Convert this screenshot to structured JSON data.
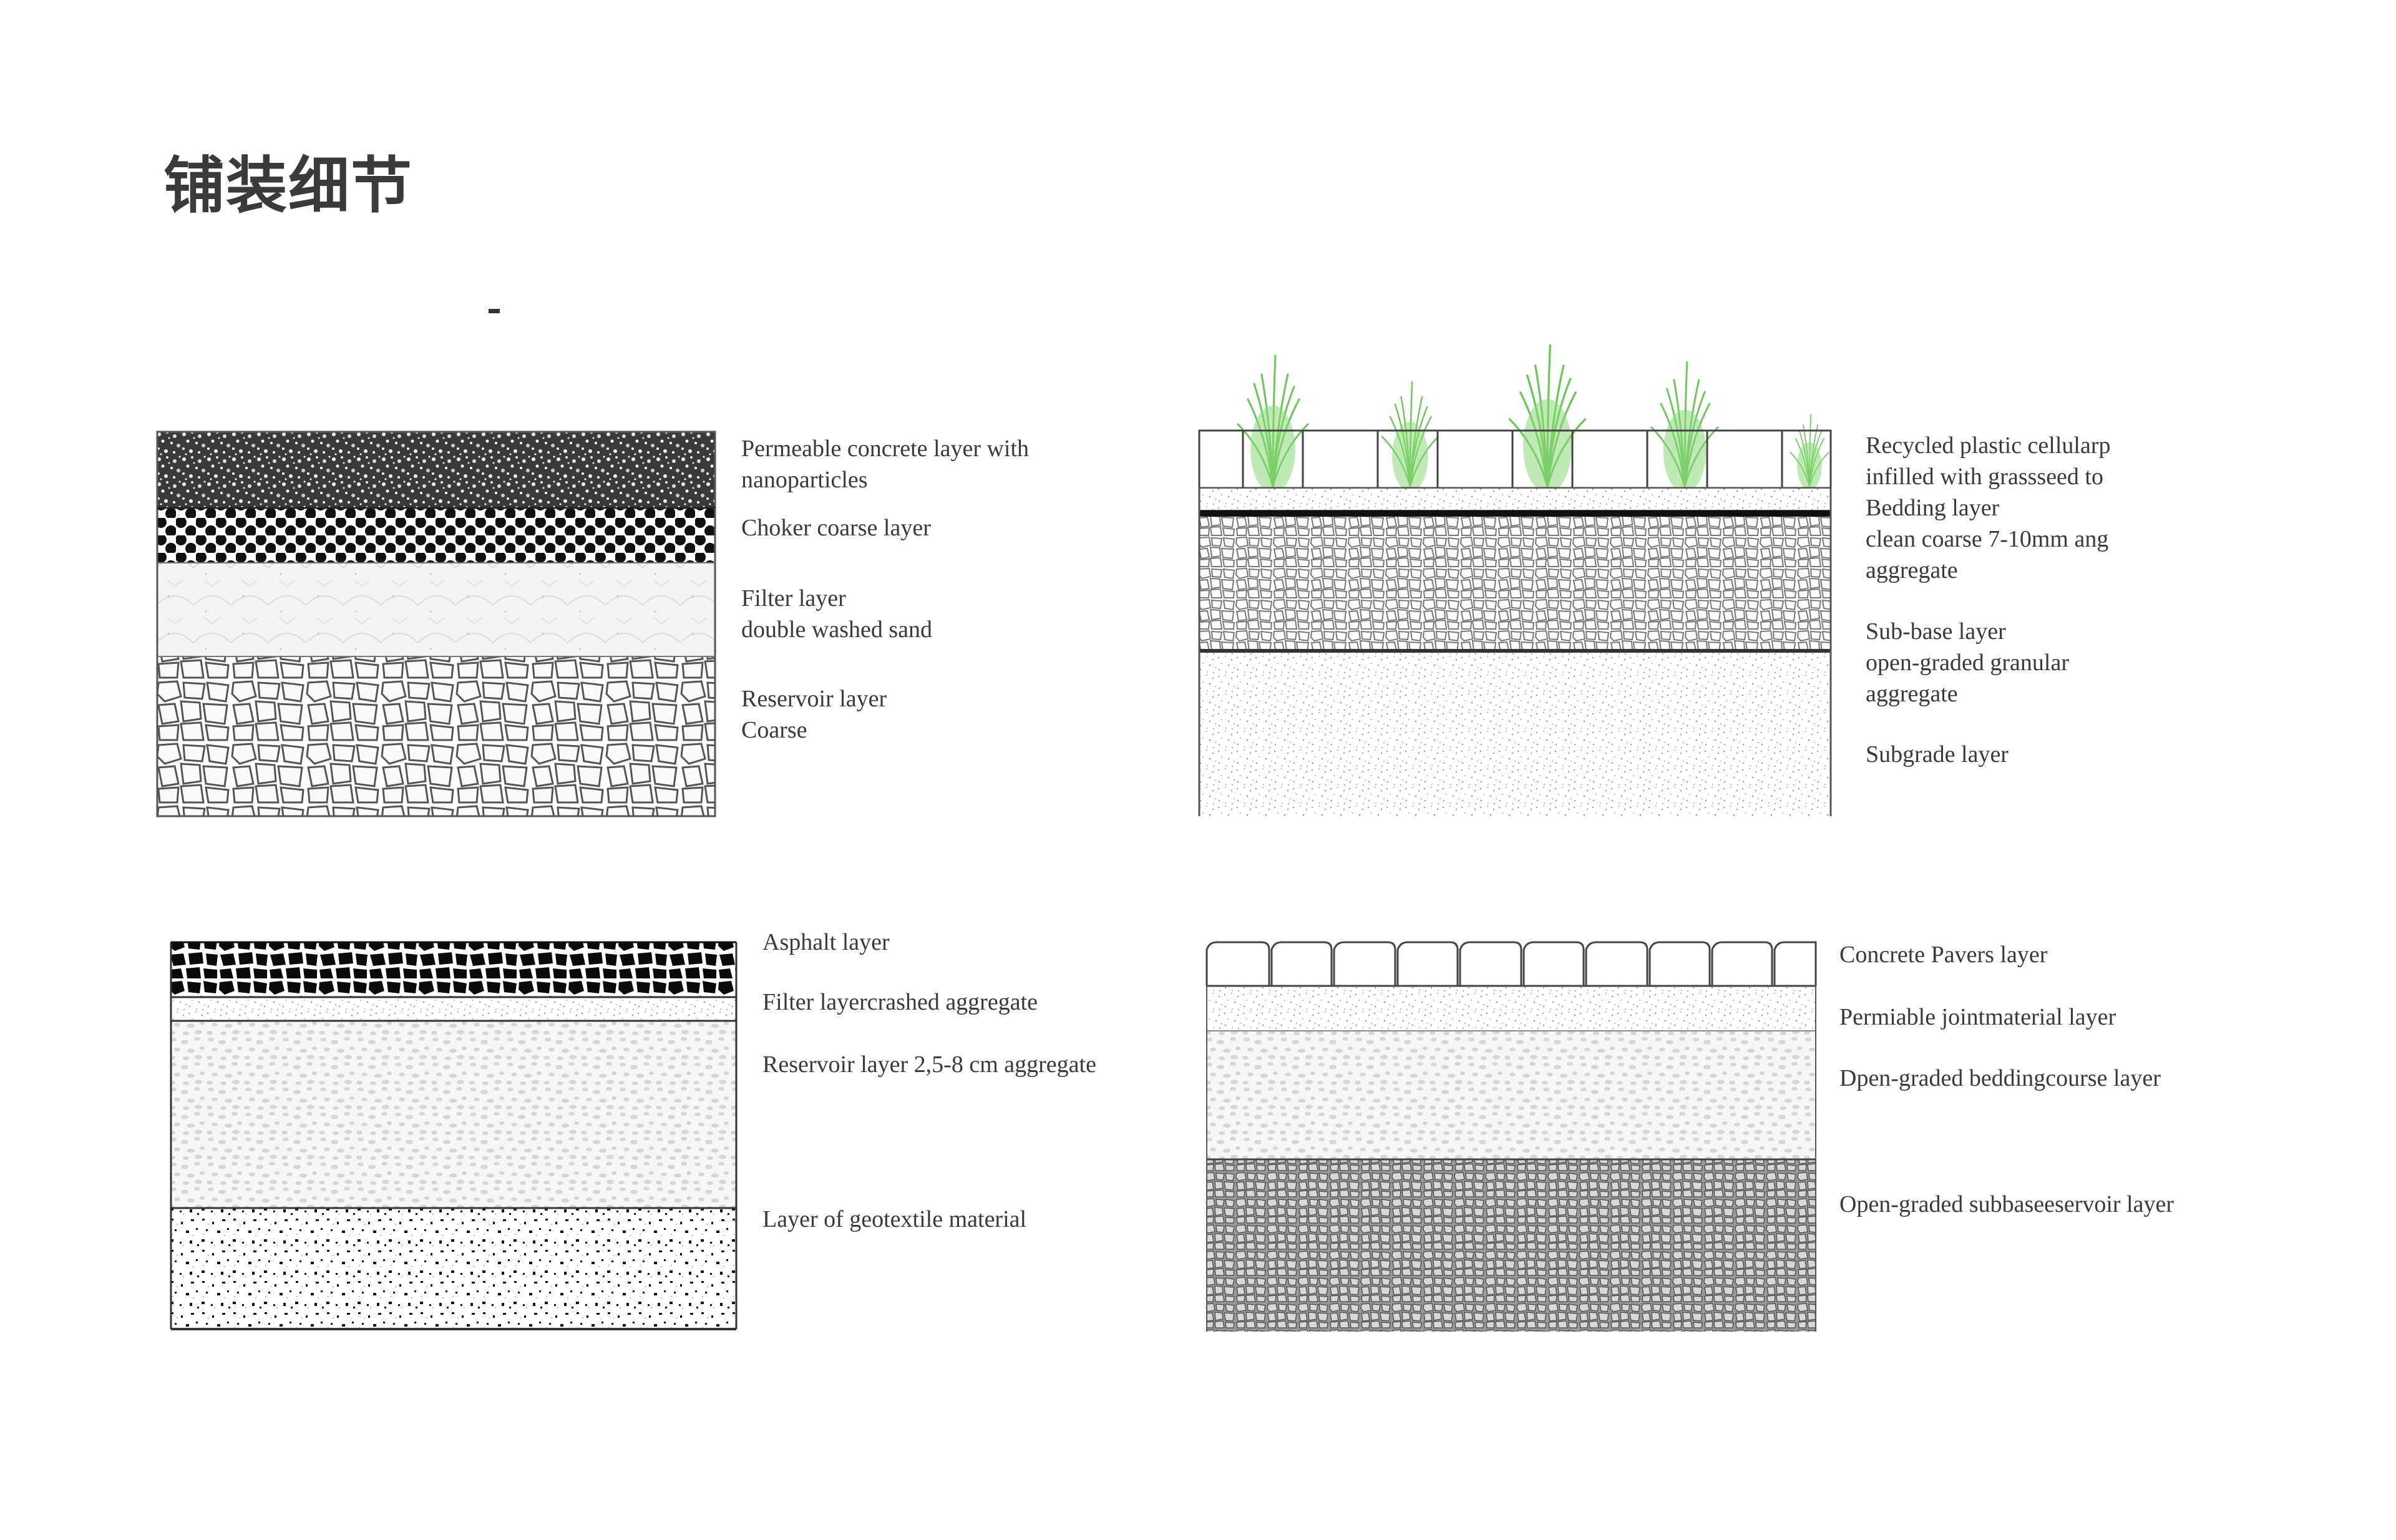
{
  "title": "铺装细节",
  "separator": "-",
  "accent_colors": {
    "grass": "#7ed06a",
    "grass_dark": "#5cb84a",
    "stone_stroke": "#666666"
  },
  "diagrams": [
    {
      "id": "permeable-concrete",
      "labels": [
        "Permeable concrete layer with",
        "nanoparticles",
        "Choker coarse layer",
        "Filter layer",
        "double washed sand",
        "Reservoir layer",
        "Coarse"
      ]
    },
    {
      "id": "grass-paver",
      "labels": [
        "Recycled plastic cellularp",
        "infilled with grassseed to",
        "Bedding layer",
        "clean coarse 7-10mm ang",
        "aggregate",
        "Sub-base layer",
        "open-graded granular",
        "aggregate",
        "Subgrade layer"
      ]
    },
    {
      "id": "porous-asphalt",
      "labels": [
        "Asphalt layer",
        "Filter layercrashed aggregate",
        "Reservoir layer 2,5-8 cm aggregate",
        "Layer of  geotextile material"
      ]
    },
    {
      "id": "concrete-pavers",
      "labels": [
        "Concrete Pavers layer",
        "Permiable jointmaterial layer",
        "Dpen-graded beddingcourse layer",
        "Open-graded subbaseeservoir layer"
      ]
    }
  ]
}
